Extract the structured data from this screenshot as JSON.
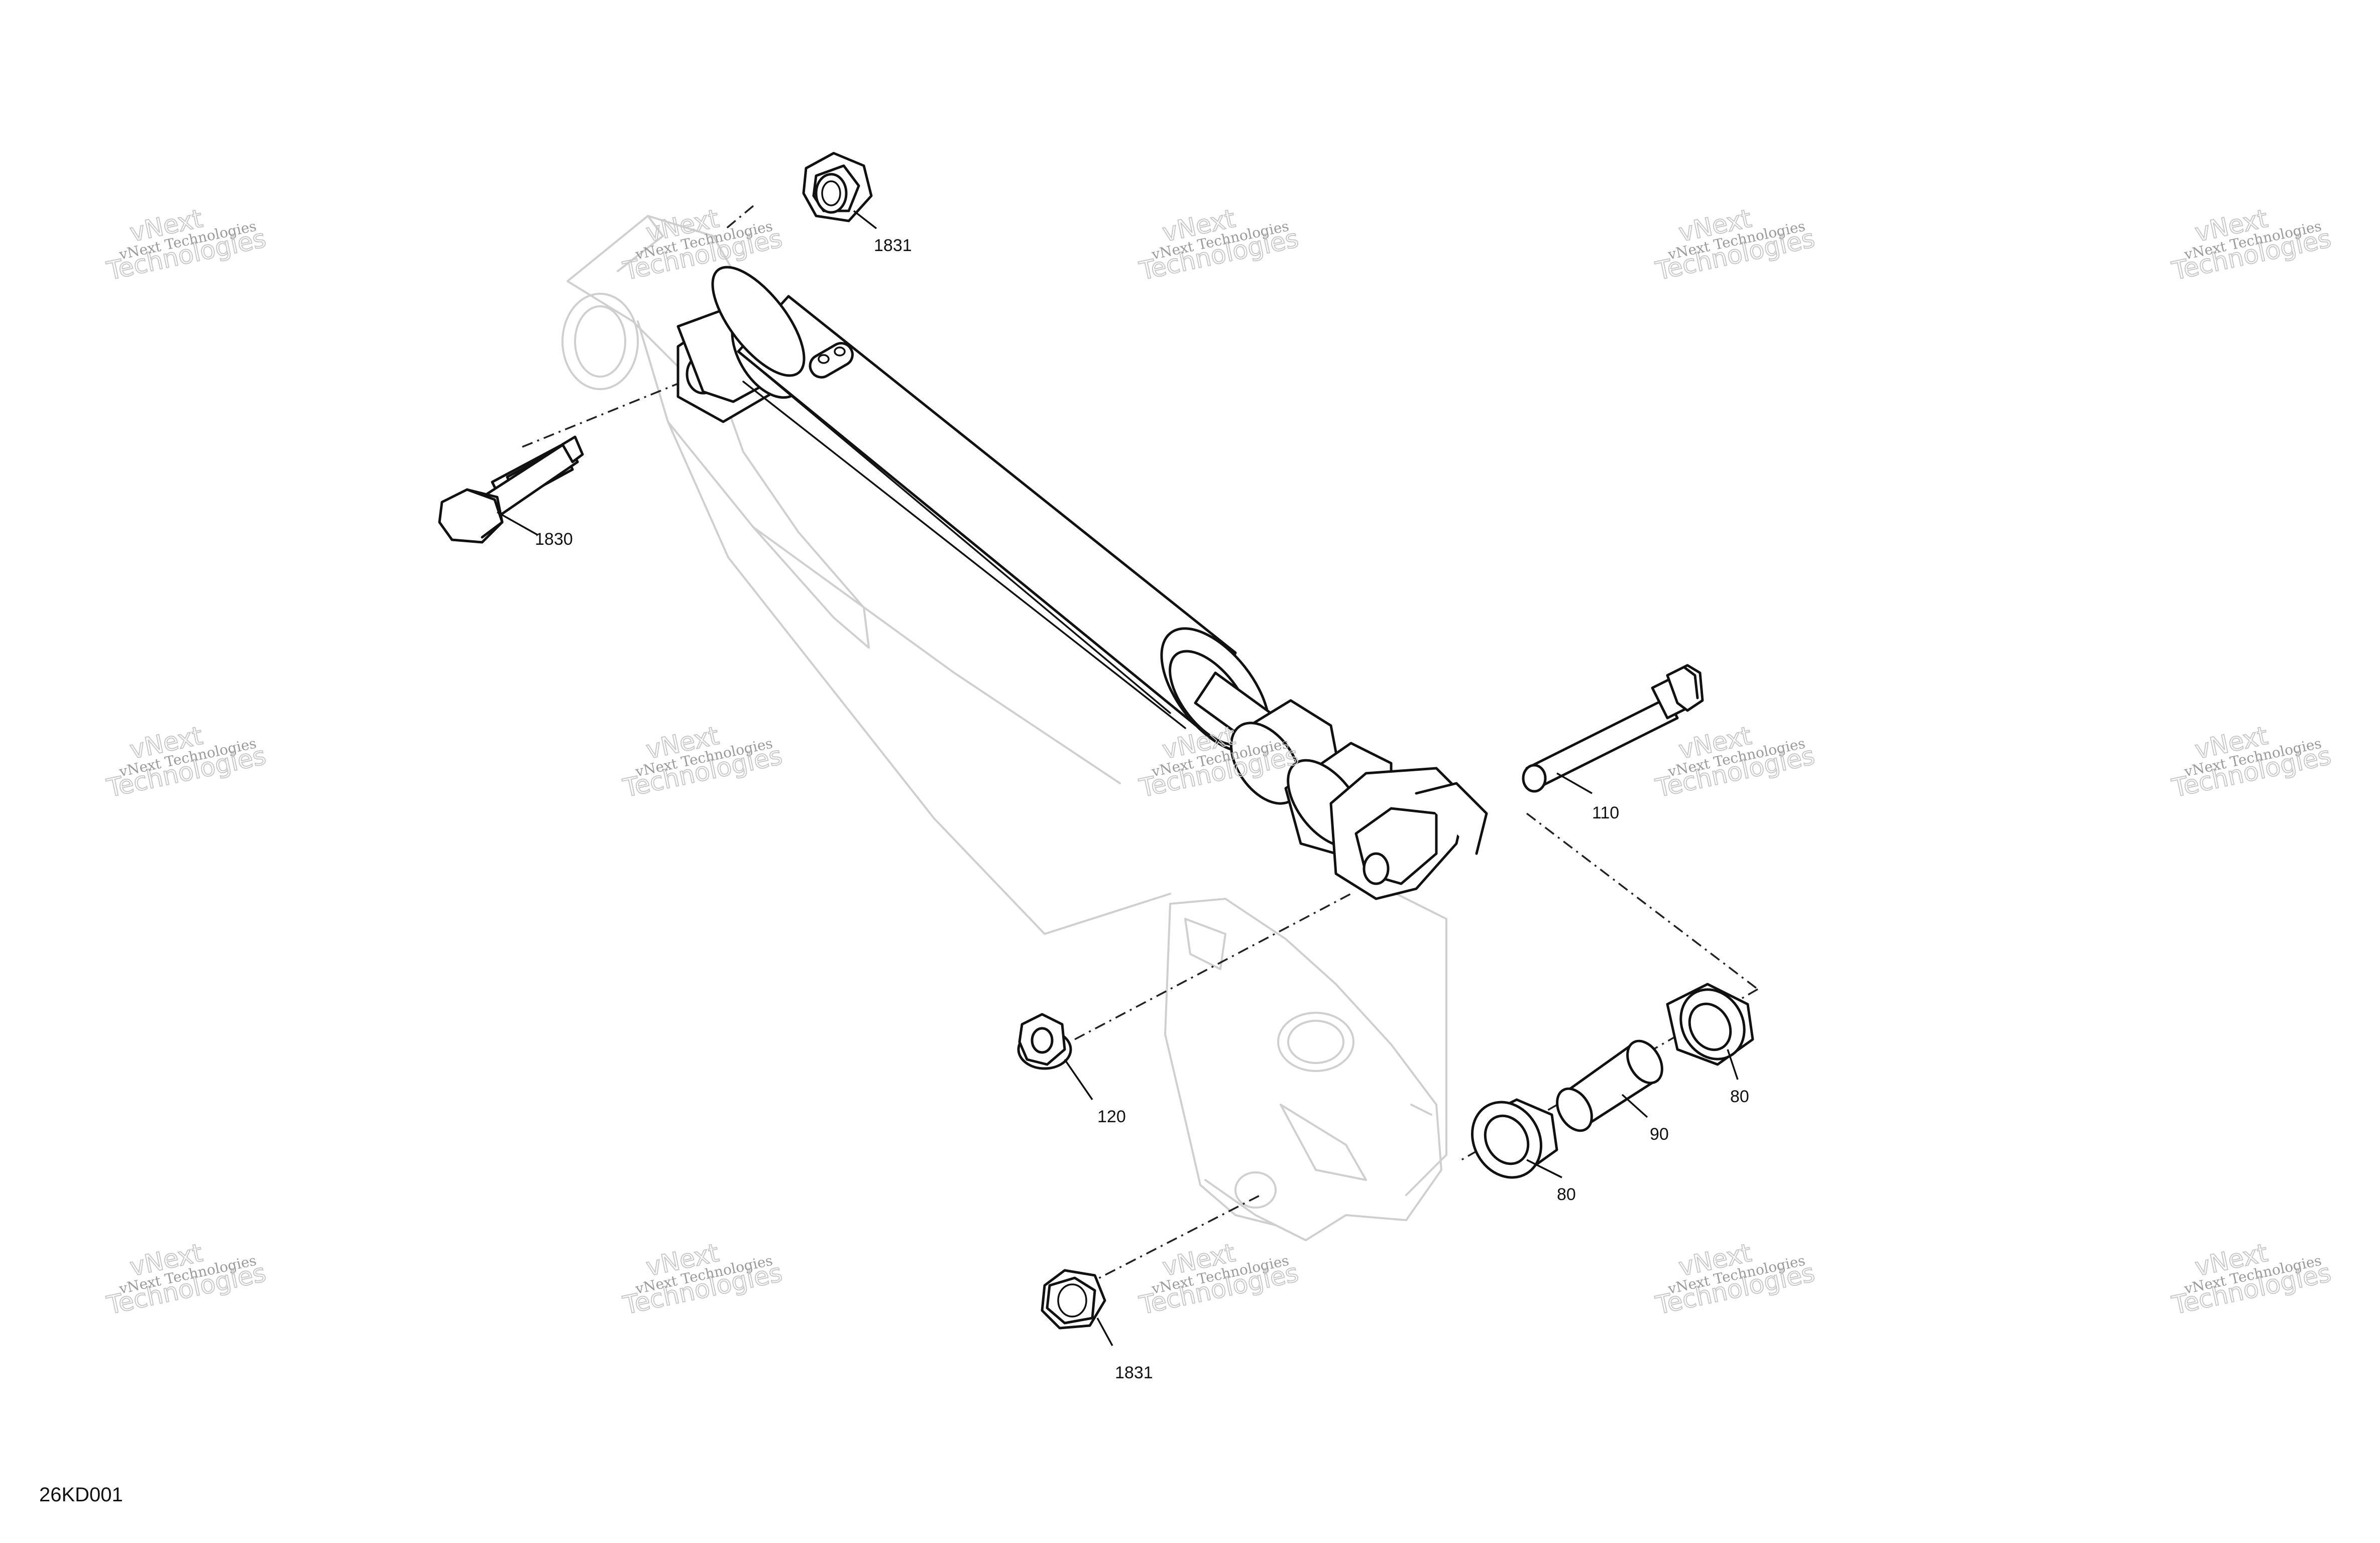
{
  "callouts": {
    "nut_top": "1831",
    "bolt_left": "1830",
    "bolt_right": "110",
    "flange_nut": "120",
    "bushing_upper": "80",
    "sleeve": "90",
    "bushing_lower": "80",
    "nut_bottom": "1831"
  },
  "figure_ref": "26KD001",
  "watermark": {
    "line1": "vNext Technologies",
    "line2": "vNext",
    "line3": "Technologies"
  }
}
